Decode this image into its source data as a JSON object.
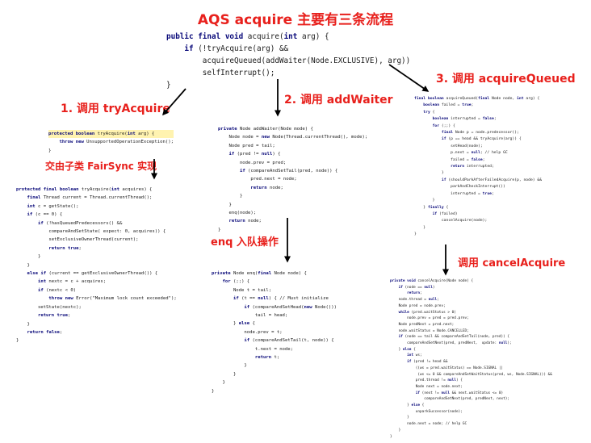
{
  "title": "AQS acquire 主要有三条流程",
  "labels": {
    "try_acquire": "1. 调用 tryAcquire",
    "add_waiter": "2. 调用 addWaiter",
    "acquire_queued": "3. 调用 acquireQueued",
    "fair_sync": "交由子类 FairSync 实现",
    "enq": "enq 入队操作",
    "cancel_acquire": "调用 cancelAcquire"
  },
  "code": {
    "acquire": [
      "public final void acquire(int arg) {",
      "    if (!tryAcquire(arg) &&",
      "        acquireQueued(addWaiter(Node.EXCLUSIVE), arg))",
      "        selfInterrupt();",
      "}"
    ],
    "try_acquire_base": [
      "protected boolean tryAcquire(int arg) {",
      "    throw new UnsupportedOperationException();",
      "}"
    ],
    "fair_try_acquire": [
      "protected final boolean tryAcquire(int acquires) {",
      "    final Thread current = Thread.currentThread();",
      "    int c = getState();",
      "    if (c == 0) {",
      "        if (!hasQueuedPredecessors() &&",
      "            compareAndSetState( expect: 0, acquires)) {",
      "            setExclusiveOwnerThread(current);",
      "            return true;",
      "        }",
      "    }",
      "    else if (current == getExclusiveOwnerThread()) {",
      "        int nextc = c + acquires;",
      "        if (nextc < 0)",
      "            throw new Error(\"Maximum lock count exceeded\");",
      "        setState(nextc);",
      "        return true;",
      "    }",
      "    return false;",
      "}"
    ],
    "add_waiter": [
      "private Node addWaiter(Node mode) {",
      "    Node node = new Node(Thread.currentThread(), mode);",
      "    Node pred = tail;",
      "    if (pred != null) {",
      "        node.prev = pred;",
      "        if (compareAndSetTail(pred, node)) {",
      "            pred.next = node;",
      "            return node;",
      "        }",
      "    }",
      "    enq(node);",
      "    return node;",
      "}"
    ],
    "enq": [
      "private Node enq(final Node node) {",
      "    for (;;) {",
      "        Node t = tail;",
      "        if (t == null) { // Must initialize",
      "            if (compareAndSetHead(new Node()))",
      "                tail = head;",
      "        } else {",
      "            node.prev = t;",
      "            if (compareAndSetTail(t, node)) {",
      "                t.next = node;",
      "                return t;",
      "            }",
      "        }",
      "    }",
      "}"
    ],
    "acquire_queued": [
      "final boolean acquireQueued(final Node node, int arg) {",
      "    boolean failed = true;",
      "    try {",
      "        boolean interrupted = false;",
      "        for (;;) {",
      "            final Node p = node.predecessor();",
      "            if (p == head && tryAcquire(arg)) {",
      "                setHead(node);",
      "                p.next = null; // help GC",
      "                failed = false;",
      "                return interrupted;",
      "            }",
      "            if (shouldParkAfterFailedAcquire(p, node) &&",
      "                parkAndCheckInterrupt())",
      "                interrupted = true;",
      "        }",
      "    } finally {",
      "        if (failed)",
      "            cancelAcquire(node);",
      "    }",
      "}"
    ],
    "cancel_acquire": [
      "private void cancelAcquire(Node node) {",
      "    if (node == null)",
      "        return;",
      "    node.thread = null;",
      "    Node pred = node.prev;",
      "    while (pred.waitStatus > 0)",
      "        node.prev = pred = pred.prev;",
      "    Node predNext = pred.next;",
      "    node.waitStatus = Node.CANCELLED;",
      "    if (node == tail && compareAndSetTail(node, pred)) {",
      "        compareAndSetNext(pred, predNext,  update: null);",
      "    } else {",
      "        int ws;",
      "        if (pred != head &&",
      "            ((ws = pred.waitStatus) == Node.SIGNAL ||",
      "             (ws <= 0 && compareAndSetWaitStatus(pred, ws, Node.SIGNAL))) &&",
      "            pred.thread != null) {",
      "            Node next = node.next;",
      "            if (next != null && next.waitStatus <= 0)",
      "                compareAndSetNext(pred, predNext, next);",
      "        } else {",
      "            unparkSuccessor(node);",
      "        }",
      "        node.next = node; // help GC",
      "    }",
      "}"
    ]
  },
  "colors": {
    "label_red": "#e8201c",
    "keyword": "#0a0a7a",
    "text": "#1a1a1a",
    "highlight": "#fff3b0"
  }
}
